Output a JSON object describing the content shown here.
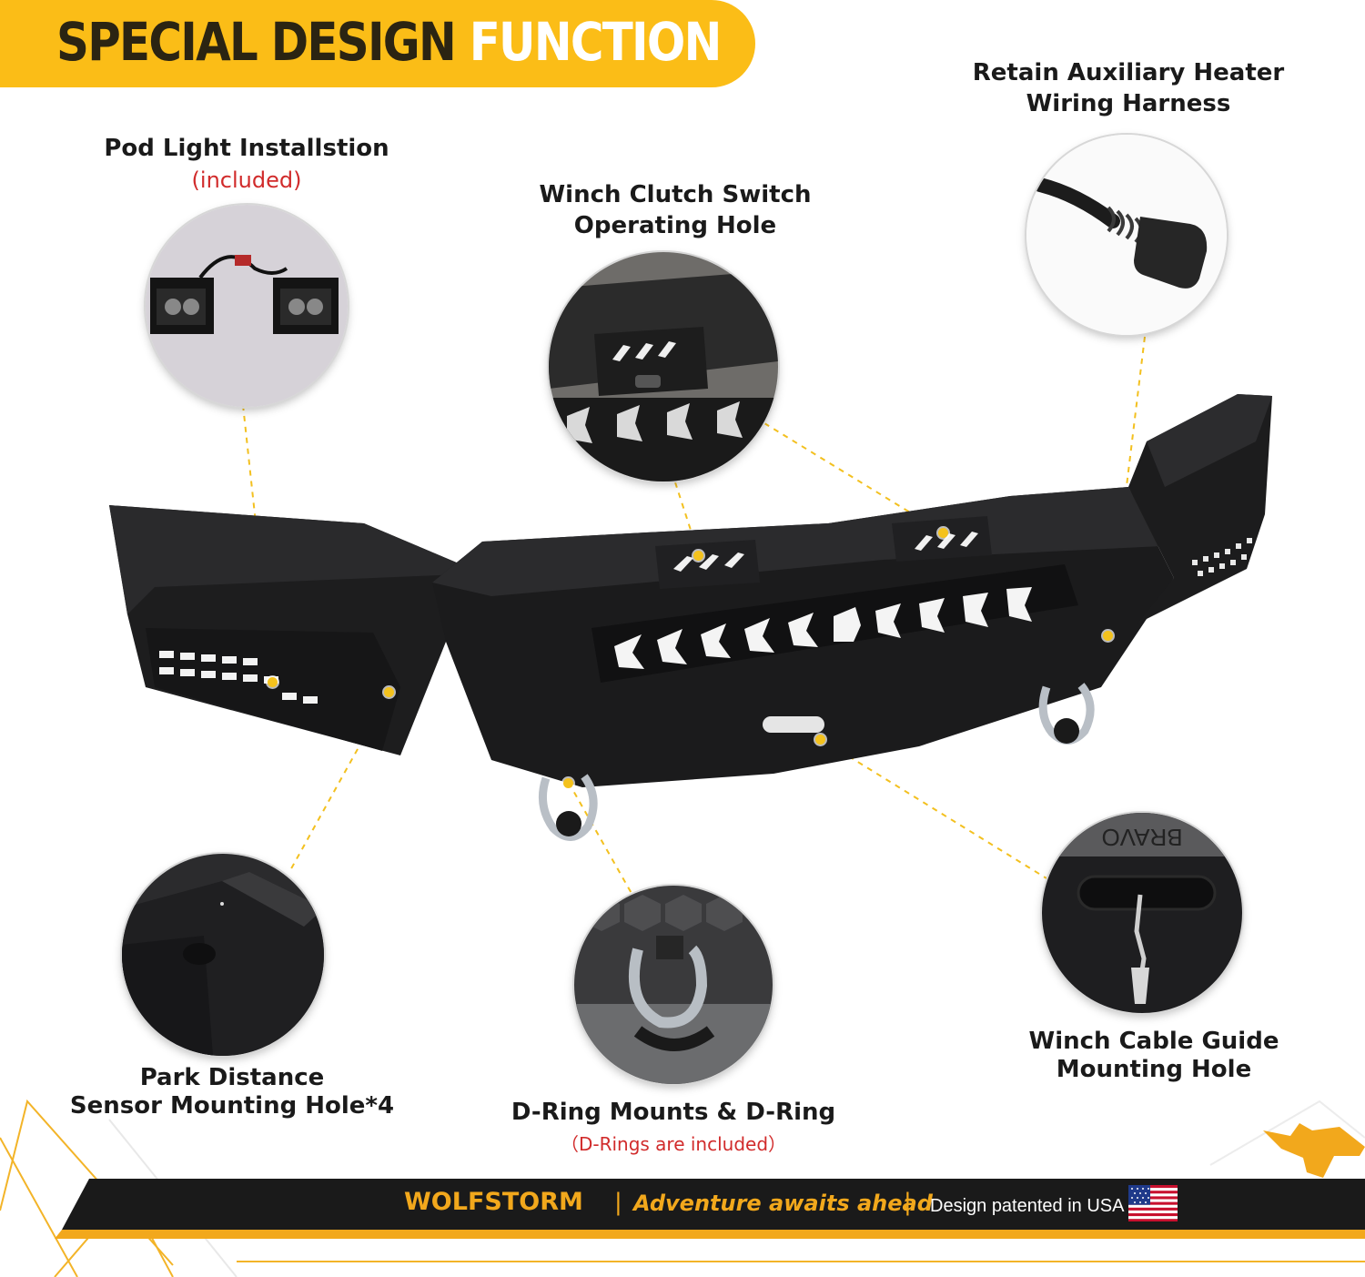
{
  "header": {
    "title_part1": "SPECIAL DESIGN",
    "title_part2": "FUNCTION"
  },
  "features": {
    "pod_light": {
      "title": "Pod Light Installstion",
      "note": "(included)"
    },
    "winch_clutch": {
      "title_line1": "Winch Clutch Switch",
      "title_line2": "Operating Hole"
    },
    "heater": {
      "title_line1": "Retain Auxiliary Heater",
      "title_line2": "Wiring Harness"
    },
    "park_sensor": {
      "title_line1": "Park Distance",
      "title_line2": "Sensor Mounting Hole*4"
    },
    "d_ring": {
      "title": "D-Ring Mounts & D-Ring",
      "note": "（D-Rings are included）"
    },
    "winch_cable": {
      "title_line1": "Winch Cable Guide",
      "title_line2": "Mounting Hole"
    }
  },
  "inset_text": {
    "plate_text": "BRAVO"
  },
  "footer": {
    "brand": "WOLFSTORM",
    "separator": "|",
    "tagline": "Adventure awaits ahead",
    "patent": "Design patented in USA",
    "flag_icon": "us-flag-icon",
    "logo_icon": "wolf-logo-icon"
  },
  "colors": {
    "accent": "#fbbd17",
    "note_red": "#d12b2b",
    "bumper": "#1c1c1d",
    "footer_dark": "#1a1a1a",
    "brand_gold": "#f2a81c"
  }
}
